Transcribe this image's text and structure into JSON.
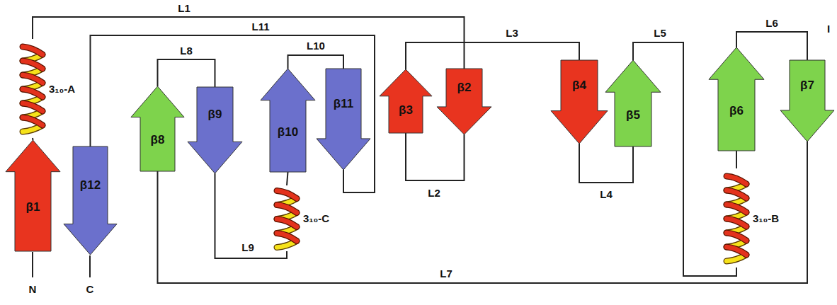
{
  "diagram": {
    "nodes": [
      {
        "text": [
          "β1"
        ]
      },
      {
        "text": [
          "3₁₀-A"
        ]
      },
      {
        "text": [
          "β2"
        ]
      },
      {
        "text": [
          "β3"
        ]
      },
      {
        "text": [
          "β4"
        ]
      },
      {
        "text": [
          "β5"
        ]
      },
      {
        "text": [
          "3₁₀-B"
        ]
      },
      {
        "text": [
          "β6"
        ]
      },
      {
        "text": [
          "β7"
        ]
      },
      {
        "text": [
          "β8"
        ]
      },
      {
        "text": [
          "β9"
        ]
      },
      {
        "text": [
          "3₁₀-C"
        ]
      },
      {
        "text": [
          "β10"
        ]
      },
      {
        "text": [
          "β11"
        ]
      },
      {
        "text": [
          "β12"
        ]
      }
    ],
    "edges": [
      {
        "from": 0,
        "to": 1,
        "arrow": "none"
      },
      {
        "from": 1,
        "to": 2,
        "label": "L1",
        "arrow": "none"
      },
      {
        "from": 2,
        "to": 3,
        "label": "L2",
        "arrow": "none"
      },
      {
        "from": 3,
        "to": 4,
        "label": "L3",
        "arrow": "none"
      },
      {
        "from": 4,
        "to": 5,
        "label": "L4",
        "arrow": "none"
      },
      {
        "from": 5,
        "to": 6,
        "label": "L5",
        "arrow": "none"
      },
      {
        "from": 6,
        "to": 7,
        "arrow": "none"
      },
      {
        "from": 7,
        "to": 8,
        "label": "L6",
        "arrow": "none"
      },
      {
        "from": 8,
        "to": 9,
        "label": "L7",
        "arrow": "none"
      },
      {
        "from": 9,
        "to": 10,
        "label": "L8",
        "arrow": "none"
      },
      {
        "from": 10,
        "to": 11,
        "label": "L9",
        "arrow": "none"
      },
      {
        "from": 11,
        "to": 12,
        "arrow": "none"
      },
      {
        "from": 12,
        "to": 13,
        "label": "L10",
        "arrow": "none"
      },
      {
        "from": 13,
        "to": 14,
        "label": "L11",
        "arrow": "none"
      }
    ],
    "labels": [
      "N",
      "C",
      "I"
    ]
  }
}
